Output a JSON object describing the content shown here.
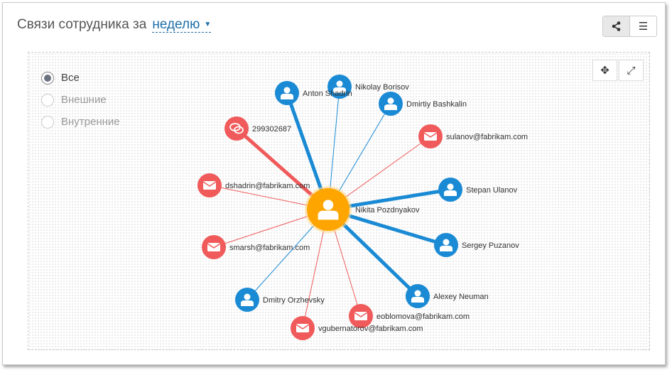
{
  "header": {
    "title": "Связи сотрудника за",
    "period": "неделю"
  },
  "view_buttons": [
    {
      "icon": "share-icon",
      "glyph": "⋖"
    },
    {
      "icon": "list-icon",
      "glyph": "☰"
    }
  ],
  "filters": [
    {
      "label": "Все",
      "selected": true
    },
    {
      "label": "Внешние",
      "selected": false
    },
    {
      "label": "Внутренние",
      "selected": false
    }
  ],
  "graph_buttons": [
    {
      "icon": "center-icon",
      "glyph": "✥"
    },
    {
      "icon": "expand-icon",
      "glyph": "⤢"
    }
  ],
  "colors": {
    "internal": "#1a8ad4",
    "external": "#f05a5a",
    "center": "#ffa500"
  },
  "center": {
    "label": "Nikita Pozdnyakov"
  },
  "nodes": [
    {
      "label": "Anton Shadrin",
      "kind": "internal",
      "icon": "user",
      "weight": 3
    },
    {
      "label": "Nikolay Borisov",
      "kind": "internal",
      "icon": "user",
      "weight": 1
    },
    {
      "label": "Dmirtiy Bashkalin",
      "kind": "internal",
      "icon": "user",
      "weight": 1
    },
    {
      "label": "299302687",
      "kind": "external",
      "icon": "chat",
      "weight": 3
    },
    {
      "label": "sulanov@fabrikam.com",
      "kind": "external",
      "icon": "mail",
      "weight": 1
    },
    {
      "label": "dshadrin@fabrikam.com",
      "kind": "external",
      "icon": "mail",
      "weight": 1
    },
    {
      "label": "Stepan Ulanov",
      "kind": "internal",
      "icon": "user",
      "weight": 3
    },
    {
      "label": "smarsh@fabrikam.com",
      "kind": "external",
      "icon": "mail",
      "weight": 1
    },
    {
      "label": "Sergey Puzanov",
      "kind": "internal",
      "icon": "user",
      "weight": 3
    },
    {
      "label": "Dmitry Orzhevsky",
      "kind": "internal",
      "icon": "user",
      "weight": 1
    },
    {
      "label": "Alexey Neuman",
      "kind": "internal",
      "icon": "user",
      "weight": 3
    },
    {
      "label": "eoblomova@fabrikam.com",
      "kind": "external",
      "icon": "mail",
      "weight": 1
    },
    {
      "label": "vgubernatorov@fabrikam.com",
      "kind": "external",
      "icon": "mail",
      "weight": 1
    }
  ]
}
